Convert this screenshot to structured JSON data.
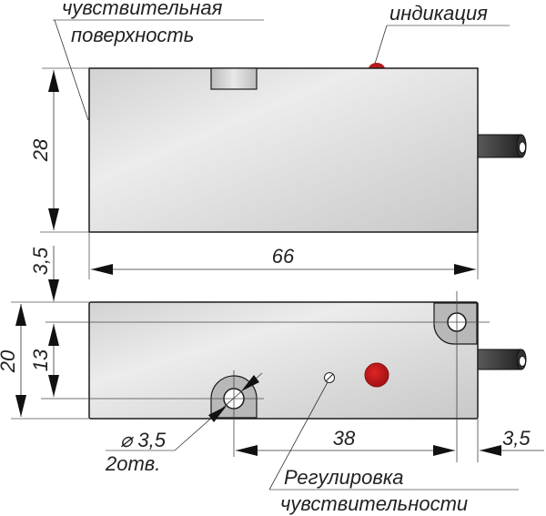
{
  "drawing": {
    "labels": {
      "sensing_surface_line1": "чувствительная",
      "sensing_surface_line2": "поверхность",
      "indication": "индикация",
      "hole_diameter": "⌀ 3,5",
      "hole_count": "2отв.",
      "sensitivity_line1": "Регулировка",
      "sensitivity_line2": "чувствительности"
    },
    "dimensions": {
      "height_top_view": "28",
      "length": "66",
      "gap": "3,5",
      "height_side_view": "20",
      "hole_offset": "13",
      "hole_spacing": "38",
      "edge_offset": "3,5"
    },
    "colors": {
      "body_light": "#e6e6e6",
      "body_dark": "#c4c4c4",
      "outline": "#1a1a1a",
      "led_red": "#c0191c",
      "cable_dark": "#3a3a3a",
      "ear_gray": "#b8b8b8"
    }
  }
}
